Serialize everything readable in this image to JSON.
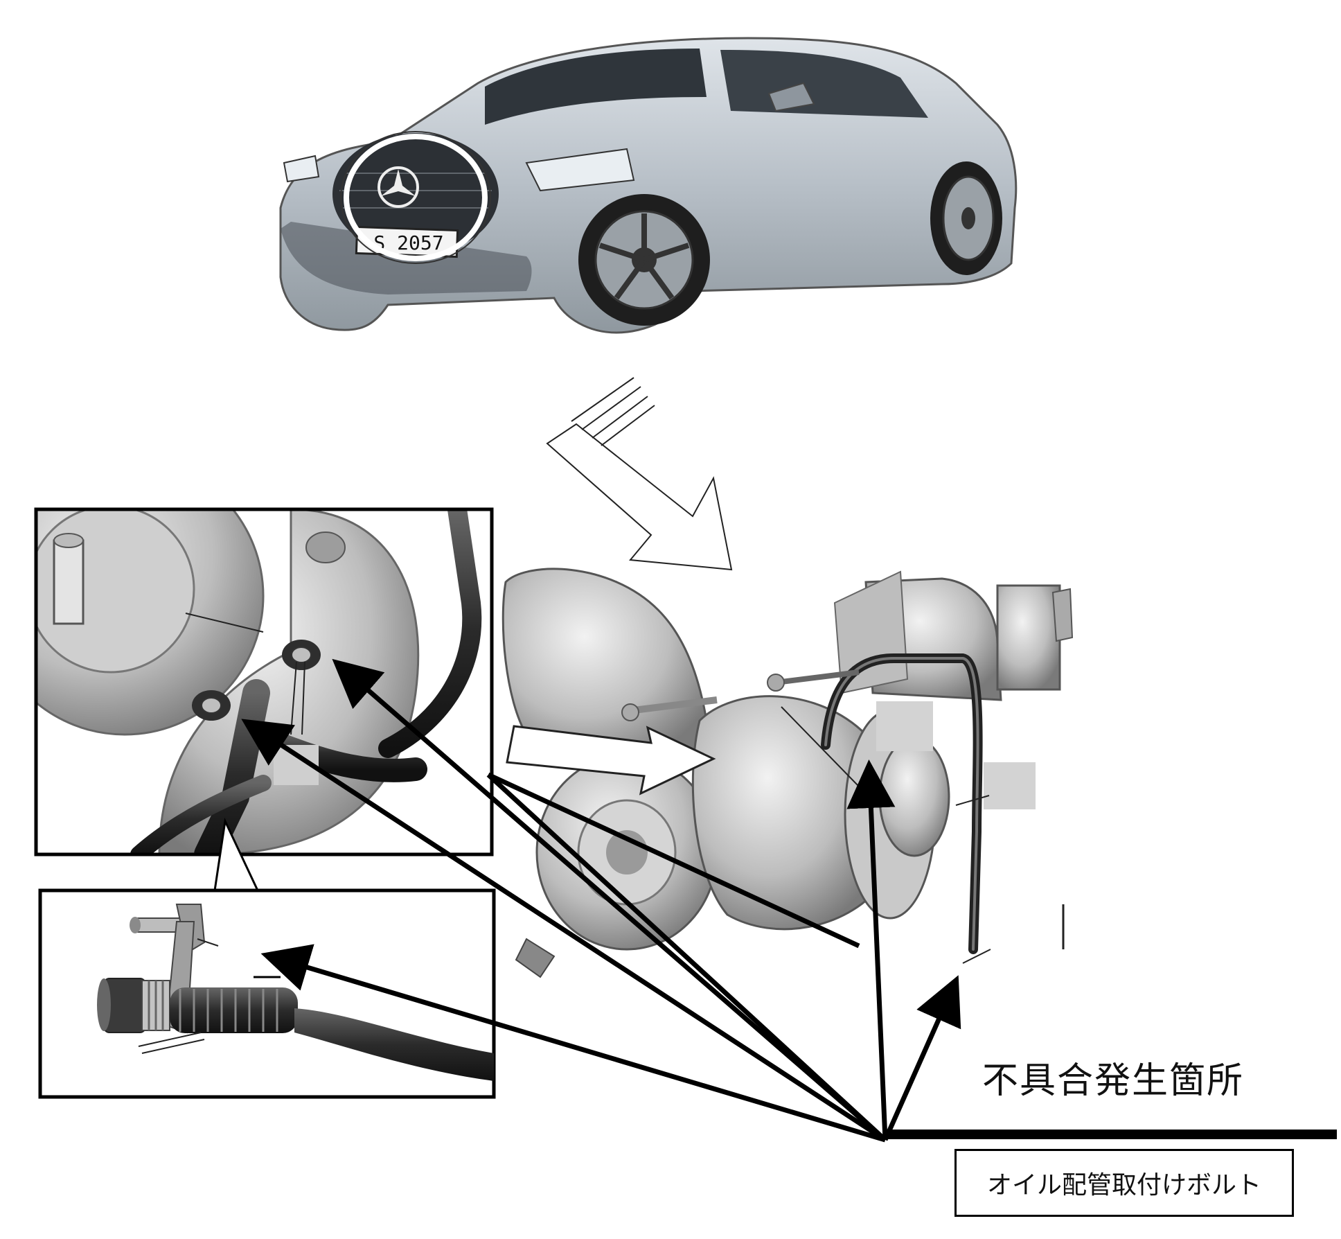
{
  "labels": {
    "defect_location": "不具合発生箇所",
    "part_name": "オイル配管取付けボルト"
  },
  "plate_text": "S 2057",
  "colors": {
    "outline": "#000000",
    "car_body": "#b9c1c9",
    "car_dark": "#3a3f45",
    "metal": "#c8c8c8",
    "metal_dark": "#7e7e7e",
    "hose": "#333333",
    "tag_gray": "#cfcfcf"
  },
  "icons": [
    "car-illustration",
    "mercedes-star-icon",
    "zoom-arrow-icon",
    "callout-arrow"
  ]
}
